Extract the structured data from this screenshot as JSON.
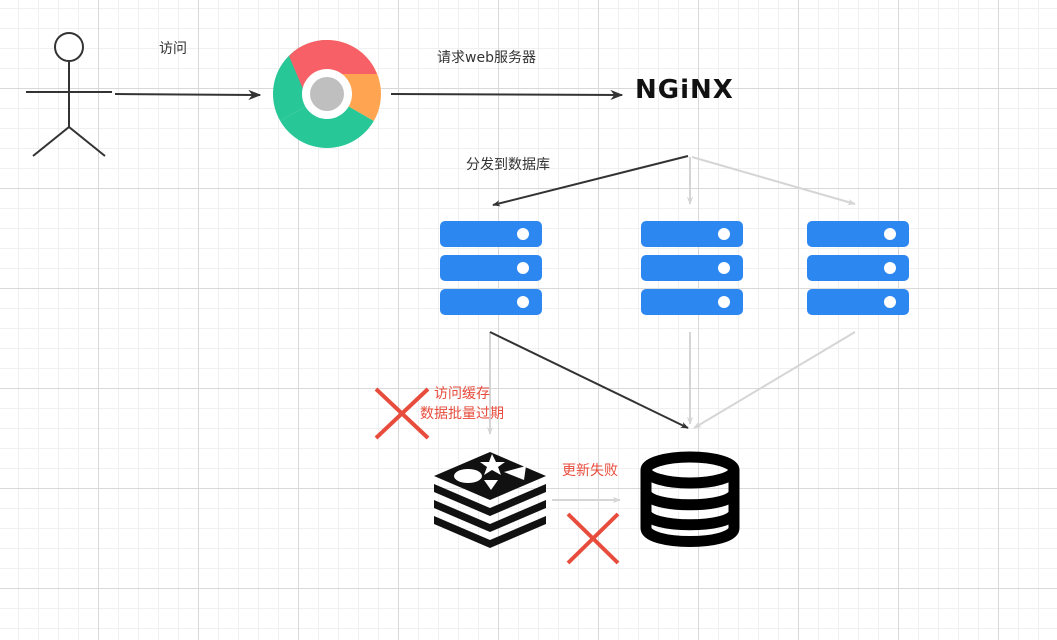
{
  "labels": {
    "visit": "访问",
    "request_web_server": "请求web服务器",
    "distribute_to_db": "分发到数据库",
    "cache_expired_line1": "访问缓存",
    "cache_expired_line2": "数据批量过期",
    "update_failed": "更新失败"
  },
  "logo": {
    "nginx": "NGiNX"
  },
  "colors": {
    "server_blue": "#2d87f0",
    "cross_red": "#e74c3c",
    "arrow_dark": "#333333",
    "arrow_light": "#d5d5d5",
    "chrome_red": "#f76067",
    "chrome_green": "#27c798",
    "chrome_orange": "#ffa552",
    "chrome_center": "#bfbfbf"
  },
  "icons": [
    "user-stick-figure-icon",
    "chrome-browser-icon",
    "nginx-logo",
    "server-icon",
    "redis-cache-icon",
    "database-icon",
    "cross-icon"
  ]
}
